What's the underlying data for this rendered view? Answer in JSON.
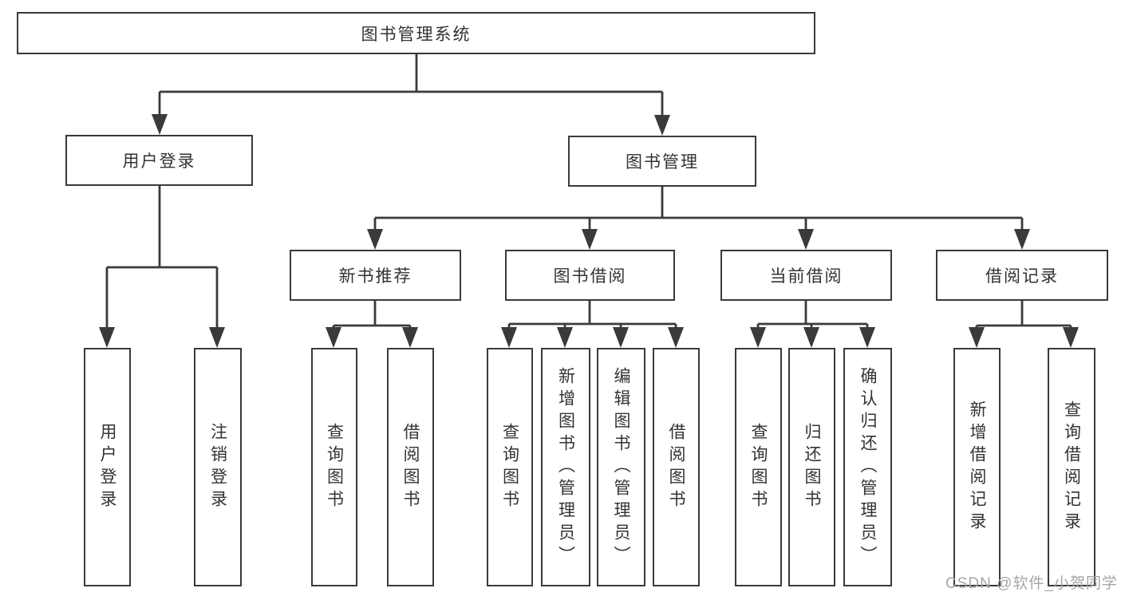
{
  "tree": {
    "root": {
      "label": "图书管理系统",
      "children": [
        {
          "label": "用户登录",
          "children": [
            {
              "label": "用户登录"
            },
            {
              "label": "注销登录"
            }
          ]
        },
        {
          "label": "图书管理",
          "children": [
            {
              "label": "新书推荐",
              "children": [
                {
                  "label": "查询图书"
                },
                {
                  "label": "借阅图书"
                }
              ]
            },
            {
              "label": "图书借阅",
              "children": [
                {
                  "label": "查询图书"
                },
                {
                  "label": "新增图书（管理员）"
                },
                {
                  "label": "编辑图书（管理员）"
                },
                {
                  "label": "借阅图书"
                }
              ]
            },
            {
              "label": "当前借阅",
              "children": [
                {
                  "label": "查询图书"
                },
                {
                  "label": "归还图书"
                },
                {
                  "label": "确认归还（管理员）"
                }
              ]
            },
            {
              "label": "借阅记录",
              "children": [
                {
                  "label": "新增借阅记录"
                },
                {
                  "label": "查询借阅记录"
                }
              ]
            }
          ]
        }
      ]
    }
  },
  "colors": {
    "line": "#3a3a3a",
    "text": "#333333",
    "watermark": "#a6a6a6"
  },
  "watermark": {
    "text": "CSDN @软件_小贺同学"
  }
}
